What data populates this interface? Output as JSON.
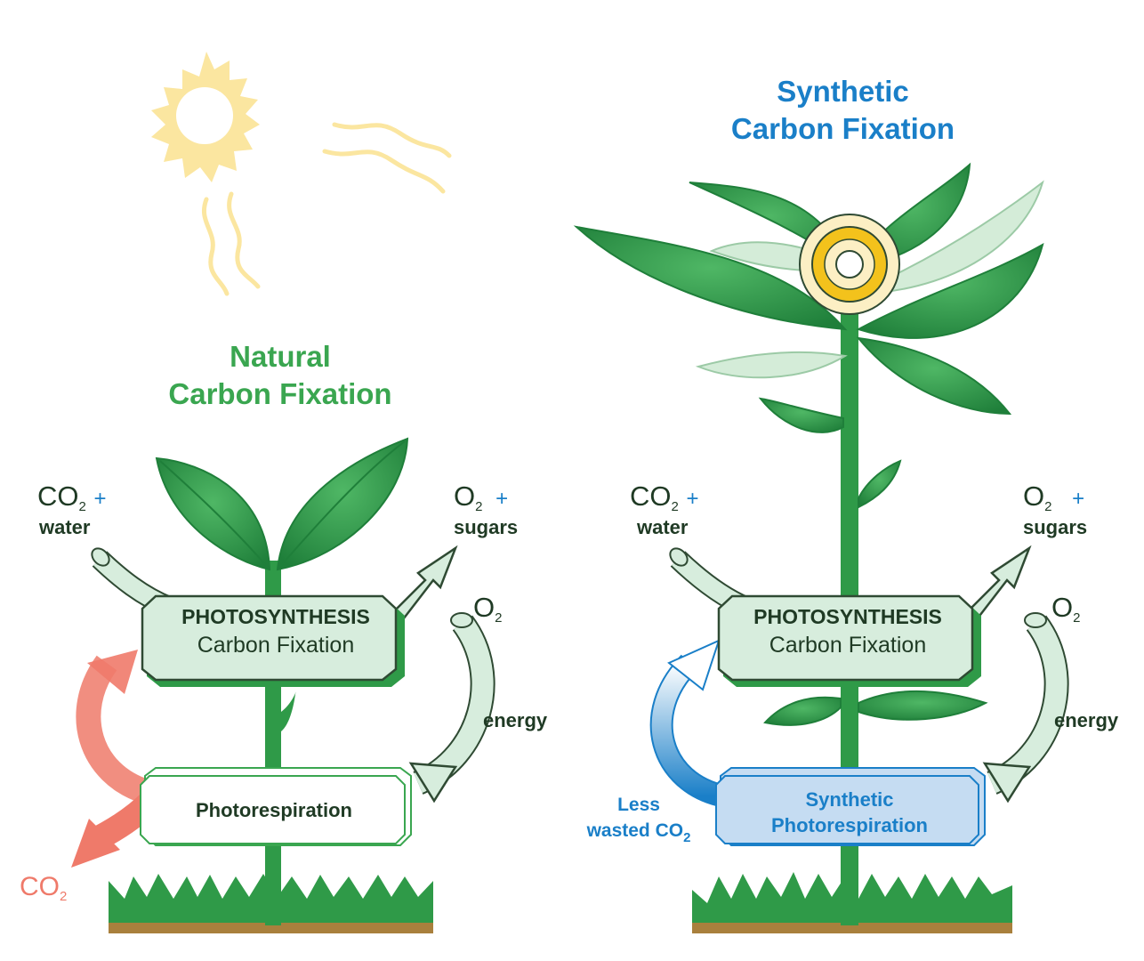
{
  "natural": {
    "title_line1": "Natural",
    "title_line2": "Carbon Fixation",
    "input_co2": "CO",
    "input_sub": "2",
    "input_plus": "+",
    "input_water": "water",
    "output_o2": "O",
    "output_sub": "2",
    "output_plus": "+",
    "output_sugars": "sugars",
    "o2_in": "O",
    "o2_in_sub": "2",
    "energy": "energy",
    "box_title": "PHOTOSYNTHESIS",
    "box_subtitle": "Carbon Fixation",
    "lower_box": "Photorespiration",
    "co2_out": "CO",
    "co2_out_sub": "2"
  },
  "synthetic": {
    "title_line1": "Synthetic",
    "title_line2": "Carbon Fixation",
    "input_co2": "CO",
    "input_sub": "2",
    "input_plus": "+",
    "input_water": "water",
    "output_o2": "O",
    "output_sub": "2",
    "output_plus": "+",
    "output_sugars": "sugars",
    "o2_in": "O",
    "o2_in_sub": "2",
    "energy": "energy",
    "box_title": "PHOTOSYNTHESIS",
    "box_subtitle": "Carbon Fixation",
    "lower_box_line1": "Synthetic",
    "lower_box_line2": "Photorespiration",
    "less_line1": "Less",
    "less_line2": "wasted CO",
    "less_sub": "2"
  },
  "colors": {
    "natural_title": "#3aa650",
    "synthetic_title": "#1a7fc8",
    "leaf_green": "#2f9a48",
    "box_fill": "#d7eddd",
    "synthetic_box_fill": "#c5dcf2",
    "co2_loss": "#ef7a6a",
    "sun": "#fbe6a0"
  }
}
